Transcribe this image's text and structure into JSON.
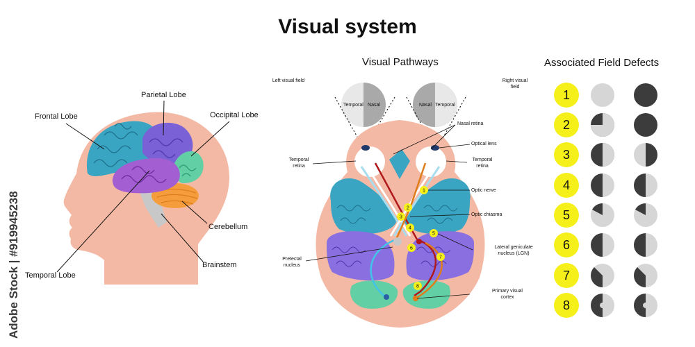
{
  "title": "Visual system",
  "brain_labels": {
    "frontal": "Frontal Lobe",
    "parietal": "Parietal Lobe",
    "occipital": "Occipital Lobe",
    "cerebellum": "Cerebellum",
    "brainstem": "Brainstem",
    "temporal": "Temporal Lobe"
  },
  "pathways": {
    "heading": "Visual Pathways",
    "left_field": "Left visual field",
    "right_field": "Right visual field",
    "temporal": "Temporal",
    "nasal": "Nasal",
    "labels": {
      "nasal_retina": "Nasal retina",
      "optical_lens": "Optical lens",
      "temporal_retina_left": "Temporal retina",
      "temporal_retina_right": "Temporal retina",
      "optic_nerve": "Optic nerve",
      "optic_chiasma": "Optic chiasma",
      "lgn": "Lateral geniculate nucleus (LGN)",
      "pretectal": "Pretectal nucleus",
      "primary_visual": "Primary visual cortex"
    },
    "markers": [
      "1",
      "2",
      "3",
      "4",
      "5",
      "6",
      "7",
      "8"
    ]
  },
  "defects": {
    "heading": "Associated Field Defects",
    "rows": [
      "1",
      "2",
      "3",
      "4",
      "5",
      "6",
      "7",
      "8"
    ]
  },
  "watermark": "Adobe Stock | #919945238",
  "colors": {
    "skin": "#f4b9a4",
    "frontal": "#3aa5c2",
    "parietal": "#7a62d6",
    "occipital": "#63cfa5",
    "temporal": "#a35ed2",
    "cerebellum": "#f59d3c",
    "brainstem": "#c7c7c7",
    "yellow": "#f5f01a",
    "dark": "#3c3c3c",
    "light": "#d6d6d6"
  }
}
